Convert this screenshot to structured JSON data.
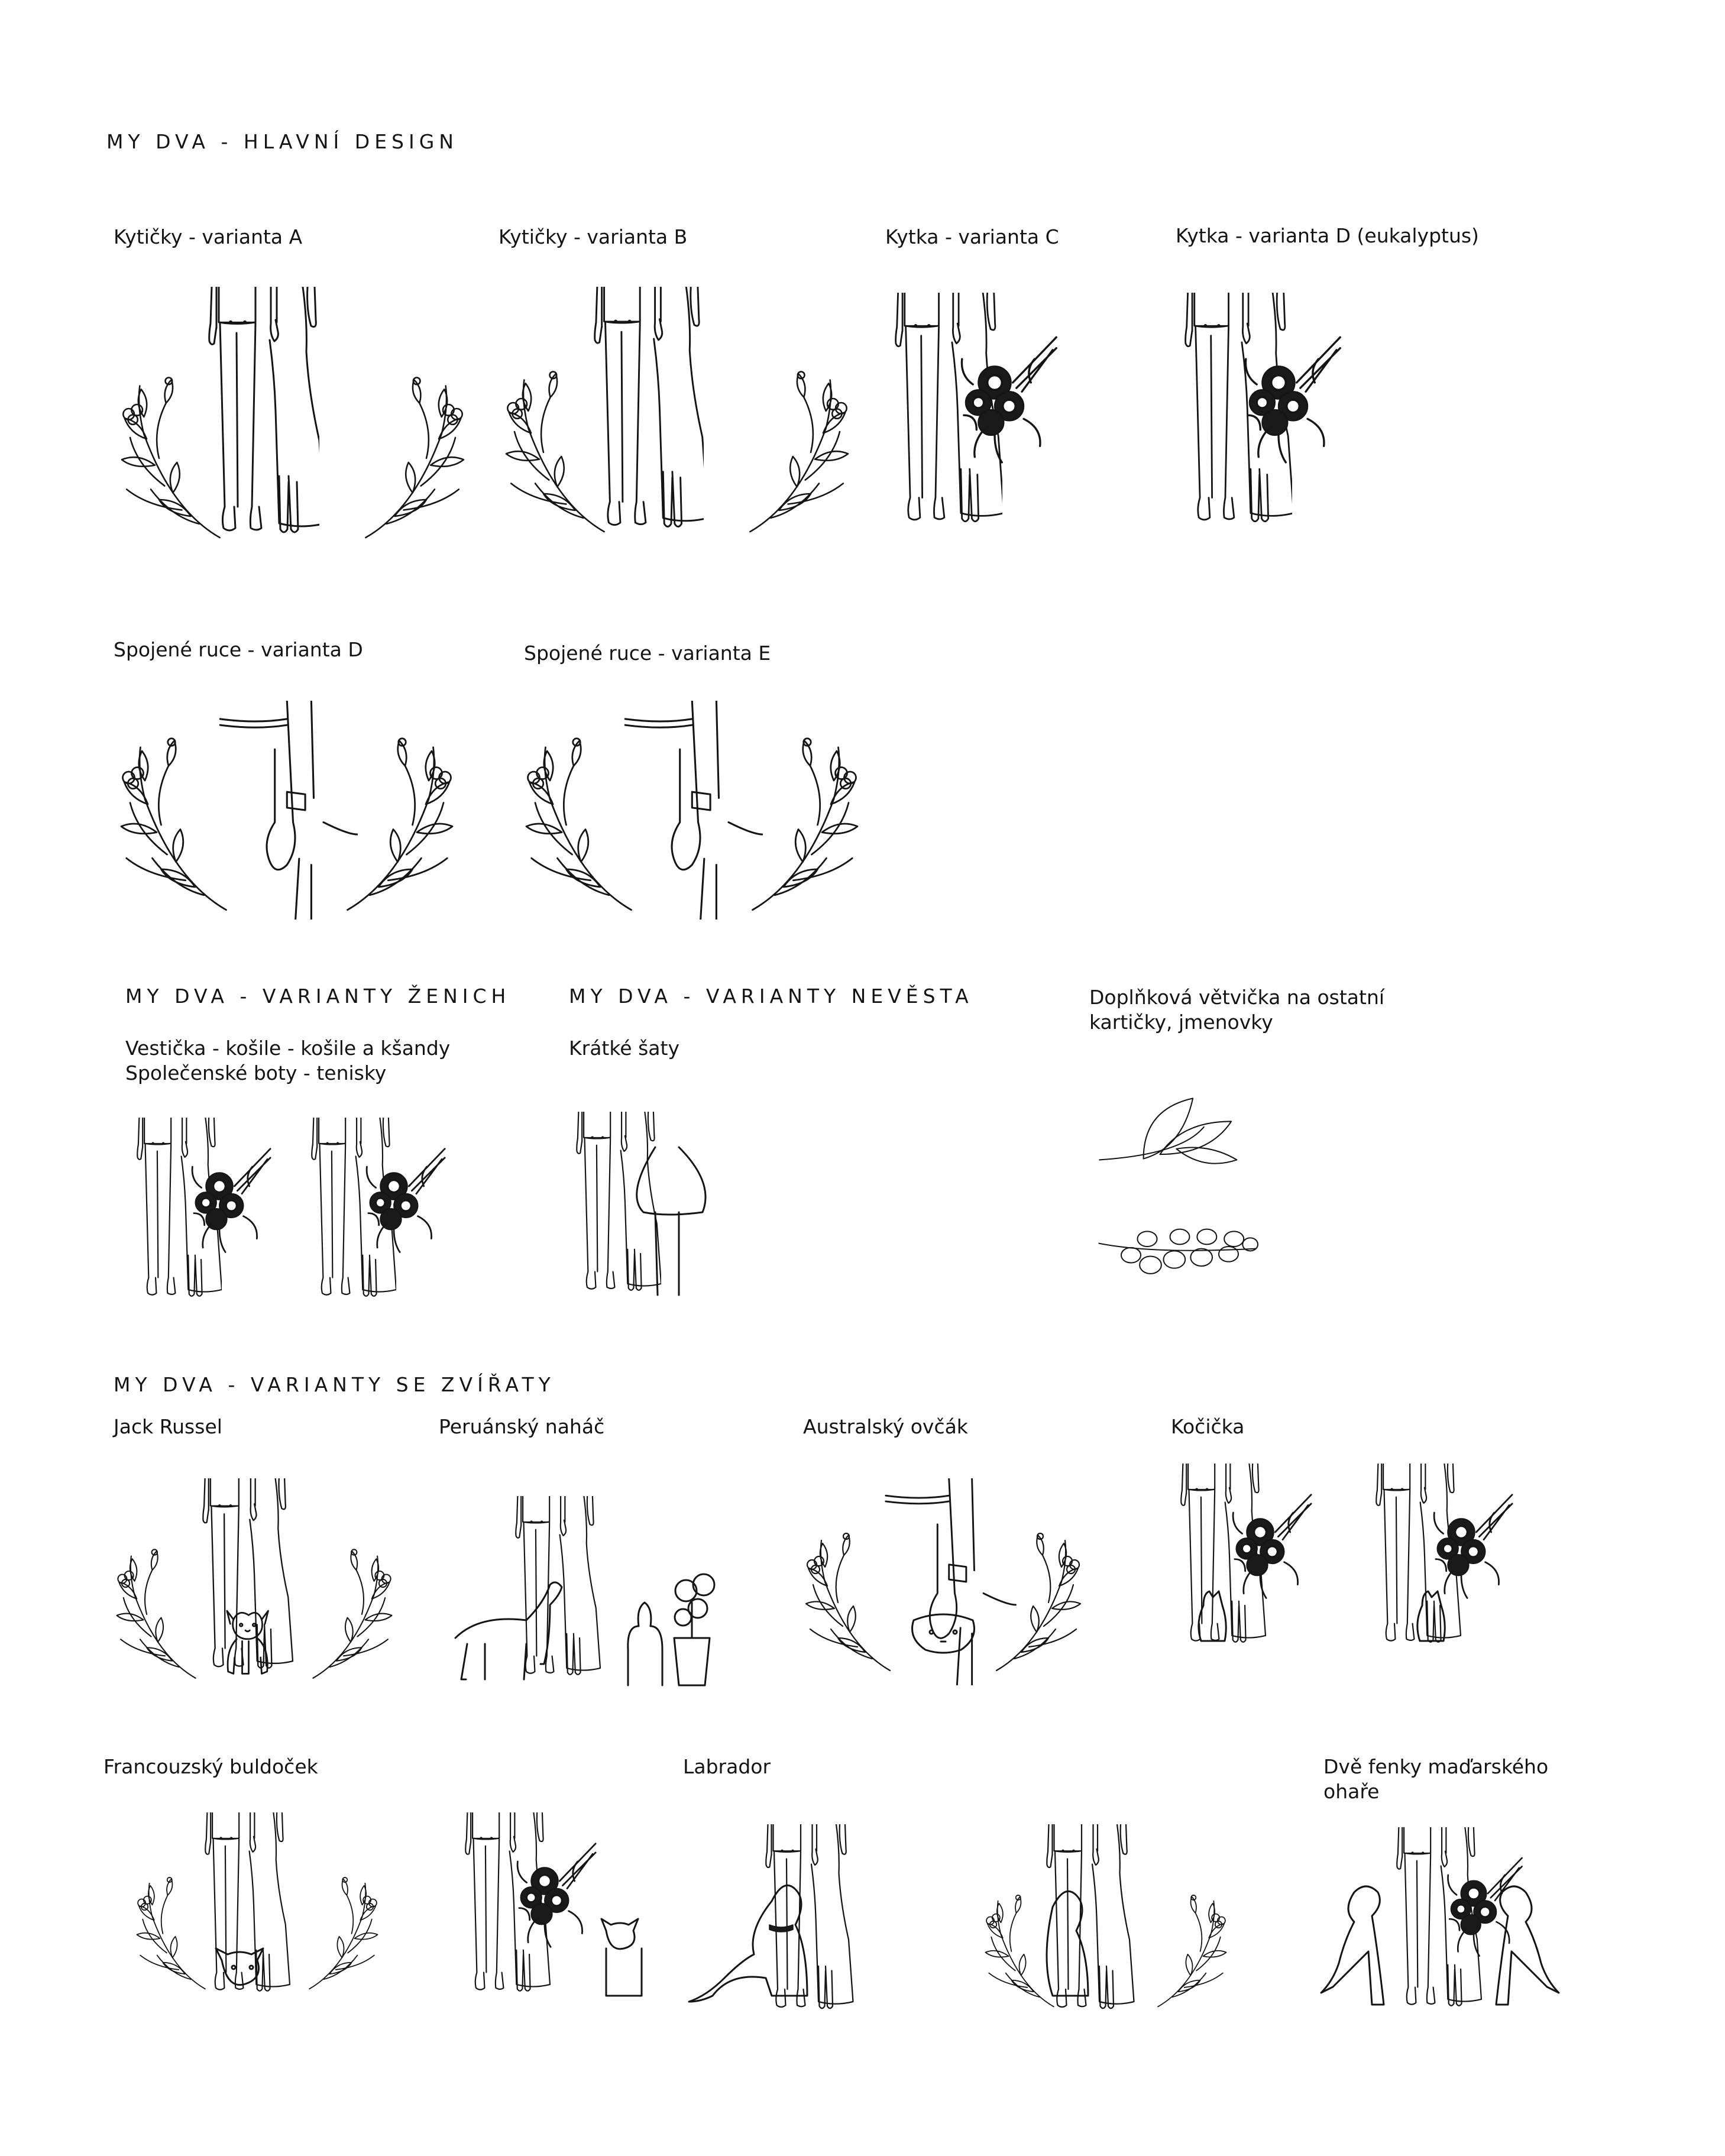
{
  "headings": {
    "main": "MY DVA - HLAVNÍ DESIGN",
    "groom": "MY DVA - VARIANTY ŽENICH",
    "bride": "MY DVA - VARIANTY NEVĚSTA",
    "animals": "MY DVA - VARIANTY SE ZVÍŘATY"
  },
  "main_design": {
    "var_a": "Kytičky - varianta A",
    "var_b": "Kytičky - varianta B",
    "var_c": "Kytka - varianta C",
    "var_d": "Kytka - varianta D (eukalyptus)"
  },
  "hands": {
    "var_d": "Spojené ruce - varianta D",
    "var_e": "Spojené ruce - varianta E"
  },
  "groom_variants": {
    "line1": "Vestička - košile - košile a kšandy",
    "line2": "Společenské boty - tenisky"
  },
  "bride_variants": {
    "short_dress": "Krátké šaty"
  },
  "extras": {
    "line1": "Doplňková větvička na ostatní",
    "line2": "kartičky, jmenovky"
  },
  "animals": {
    "jack_russel": "Jack Russel",
    "peruvian": "Peruánský naháč",
    "australian": "Australský ovčák",
    "cat": "Kočička",
    "french_bulldog": "Francouzský buldoček",
    "labrador": "Labrador",
    "vizsla_line1": "Dvě fenky maďarského",
    "vizsla_line2": "ohaře"
  }
}
